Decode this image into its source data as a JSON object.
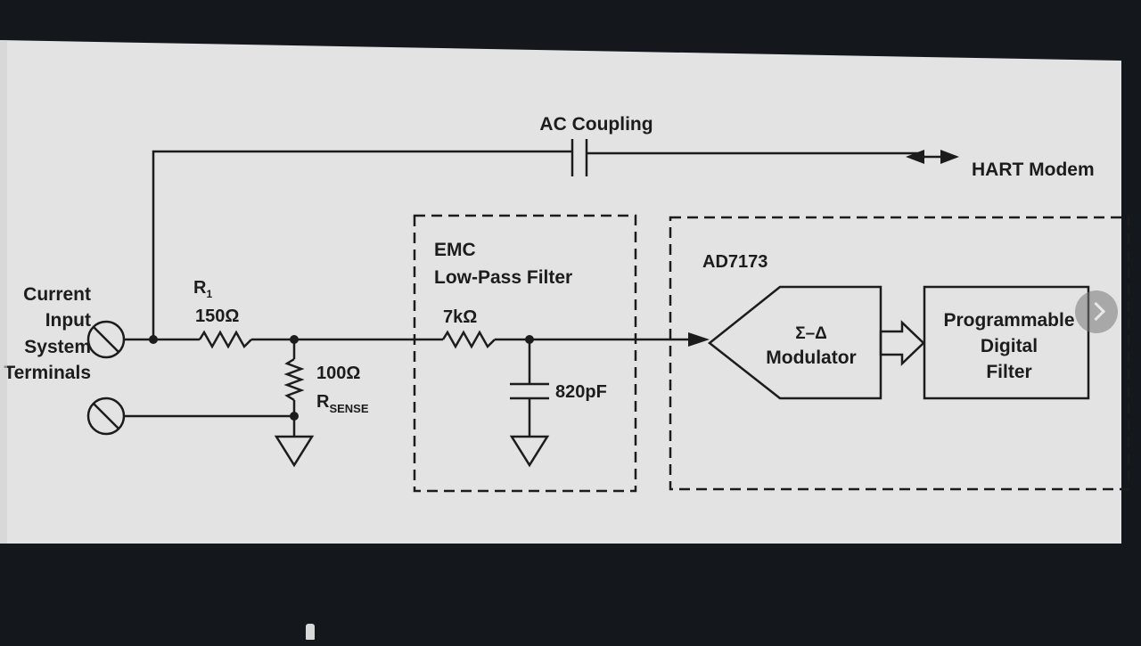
{
  "terminals": {
    "line1": "Current",
    "line2": "Input",
    "line3": "System",
    "line4": "Terminals"
  },
  "r1": {
    "name": "R",
    "sub": "1",
    "value": "150Ω"
  },
  "rsense": {
    "value": "100Ω",
    "name": "R",
    "sub": "SENSE"
  },
  "ac_coupling": "AC Coupling",
  "hart_modem": "HART Modem",
  "emc": {
    "line1": "EMC",
    "line2": "Low-Pass Filter",
    "resistor": "7kΩ",
    "capacitor": "820pF"
  },
  "adc": {
    "title": "AD7173",
    "modulator_symbol": "Σ–Δ",
    "modulator_label": "Modulator",
    "filter_line1": "Programmable",
    "filter_line2": "Digital",
    "filter_line3": "Filter"
  },
  "colors": {
    "paper": "#e3e3e3",
    "ink": "#1c1c1c",
    "screen_bezel": "#14171b"
  }
}
